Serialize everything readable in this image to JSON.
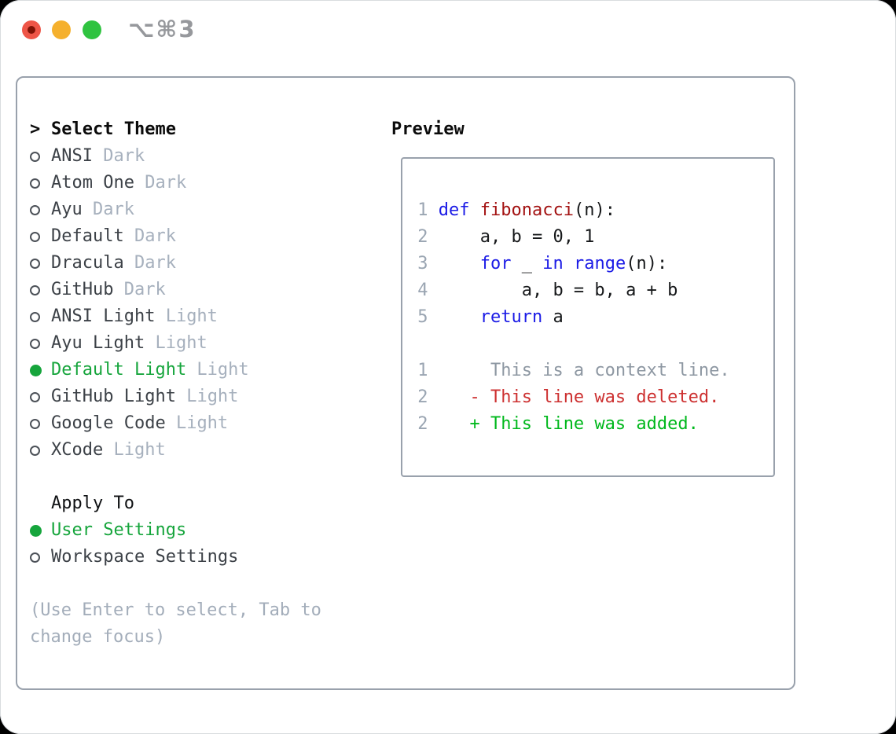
{
  "window": {
    "title_shortcut": "⌥⌘3"
  },
  "theme_panel": {
    "header": {
      "prompt": ">",
      "label": "Select Theme"
    },
    "items": [
      {
        "name": "ANSI",
        "variant": "Dark",
        "selected": false
      },
      {
        "name": "Atom One",
        "variant": "Dark",
        "selected": false
      },
      {
        "name": "Ayu",
        "variant": "Dark",
        "selected": false
      },
      {
        "name": "Default",
        "variant": "Dark",
        "selected": false
      },
      {
        "name": "Dracula",
        "variant": "Dark",
        "selected": false
      },
      {
        "name": "GitHub",
        "variant": "Dark",
        "selected": false
      },
      {
        "name": "ANSI Light",
        "variant": "Light",
        "selected": false
      },
      {
        "name": "Ayu Light",
        "variant": "Light",
        "selected": false
      },
      {
        "name": "Default Light",
        "variant": "Light",
        "selected": true
      },
      {
        "name": "GitHub Light",
        "variant": "Light",
        "selected": false
      },
      {
        "name": "Google Code",
        "variant": "Light",
        "selected": false
      },
      {
        "name": "XCode",
        "variant": "Light",
        "selected": false
      }
    ],
    "apply_to": {
      "label": "Apply To",
      "options": [
        {
          "name": "User Settings",
          "selected": true
        },
        {
          "name": "Workspace Settings",
          "selected": false
        }
      ]
    },
    "hint": "(Use Enter to select, Tab to change focus)"
  },
  "preview": {
    "label": "Preview",
    "lines": [
      {
        "num": " 1 ",
        "segments": [
          {
            "t": "def",
            "c": "kw"
          },
          {
            "t": " ",
            "c": "plain"
          },
          {
            "t": "fibonacci",
            "c": "fn"
          },
          {
            "t": "(n):",
            "c": "plain"
          }
        ]
      },
      {
        "num": " 2 ",
        "segments": [
          {
            "t": "    a, b = 0, 1",
            "c": "plain"
          }
        ]
      },
      {
        "num": " 3 ",
        "segments": [
          {
            "t": "    ",
            "c": "plain"
          },
          {
            "t": "for",
            "c": "kw"
          },
          {
            "t": " _ ",
            "c": "plain"
          },
          {
            "t": "in",
            "c": "kw"
          },
          {
            "t": " ",
            "c": "plain"
          },
          {
            "t": "range",
            "c": "kw"
          },
          {
            "t": "(n):",
            "c": "plain"
          }
        ]
      },
      {
        "num": " 4 ",
        "segments": [
          {
            "t": "        a, b = b, a + b",
            "c": "plain"
          }
        ]
      },
      {
        "num": " 5 ",
        "segments": [
          {
            "t": "    ",
            "c": "plain"
          },
          {
            "t": "return",
            "c": "kw"
          },
          {
            "t": " a",
            "c": "plain"
          }
        ]
      },
      {
        "num": "",
        "segments": []
      },
      {
        "num": " 1 ",
        "segments": [
          {
            "t": "     This is a context line.",
            "c": "ctx"
          }
        ]
      },
      {
        "num": " 2 ",
        "segments": [
          {
            "t": "   - This line was deleted.",
            "c": "del"
          }
        ]
      },
      {
        "num": " 2 ",
        "segments": [
          {
            "t": "   + This line was added.",
            "c": "add"
          }
        ]
      }
    ]
  },
  "colors": {
    "kw": "#1b1be6",
    "fn": "#a31212",
    "plain": "#16181a",
    "ctx": "#8d97a2",
    "del": "#cd3131",
    "add": "#00b81c",
    "num": "#9aa5b2",
    "selected_green": "#16a53c",
    "secondary_gray": "#a6b0bd",
    "border_gray": "#99a1ac",
    "traffic_red": "#ee5547",
    "traffic_red_dot": "#7f1205",
    "traffic_yellow": "#f5b02d",
    "traffic_green": "#2fc340"
  }
}
